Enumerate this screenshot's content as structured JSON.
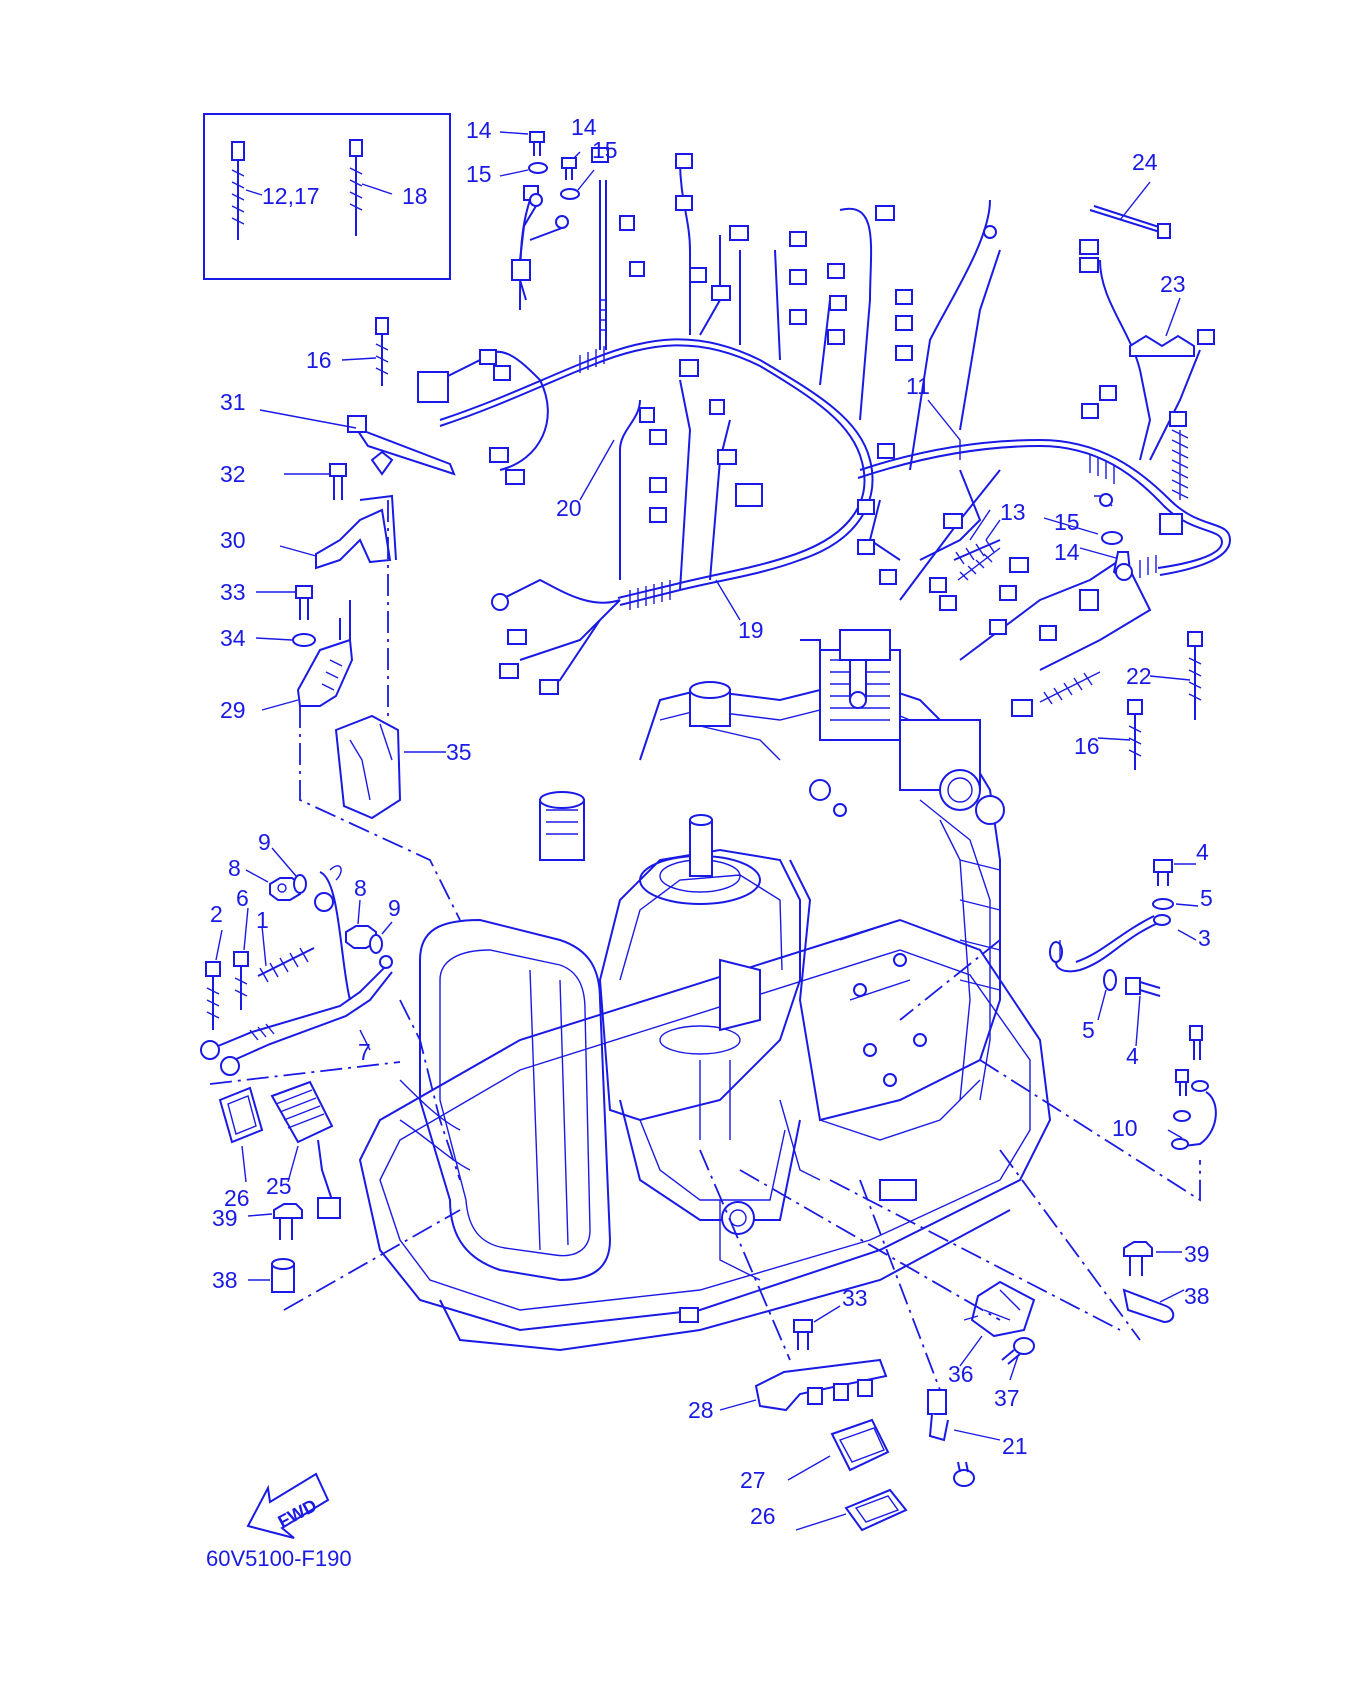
{
  "diagram": {
    "code": "60V5100-F190",
    "fwd_label": "FWD",
    "inset_labels": [
      "12,17",
      "18"
    ],
    "callouts": [
      "14",
      "14",
      "15",
      "15",
      "24",
      "23",
      "11",
      "16",
      "31",
      "32",
      "30",
      "33",
      "34",
      "29",
      "35",
      "20",
      "19",
      "13",
      "15",
      "14",
      "22",
      "16",
      "9",
      "8",
      "8",
      "9",
      "2",
      "6",
      "1",
      "7",
      "4",
      "5",
      "3",
      "5",
      "4",
      "10",
      "26",
      "25",
      "39",
      "38",
      "39",
      "38",
      "33",
      "36",
      "37",
      "28",
      "21",
      "27",
      "26"
    ]
  },
  "colors": {
    "ink": "#1a1ae6",
    "background": "#ffffff"
  }
}
